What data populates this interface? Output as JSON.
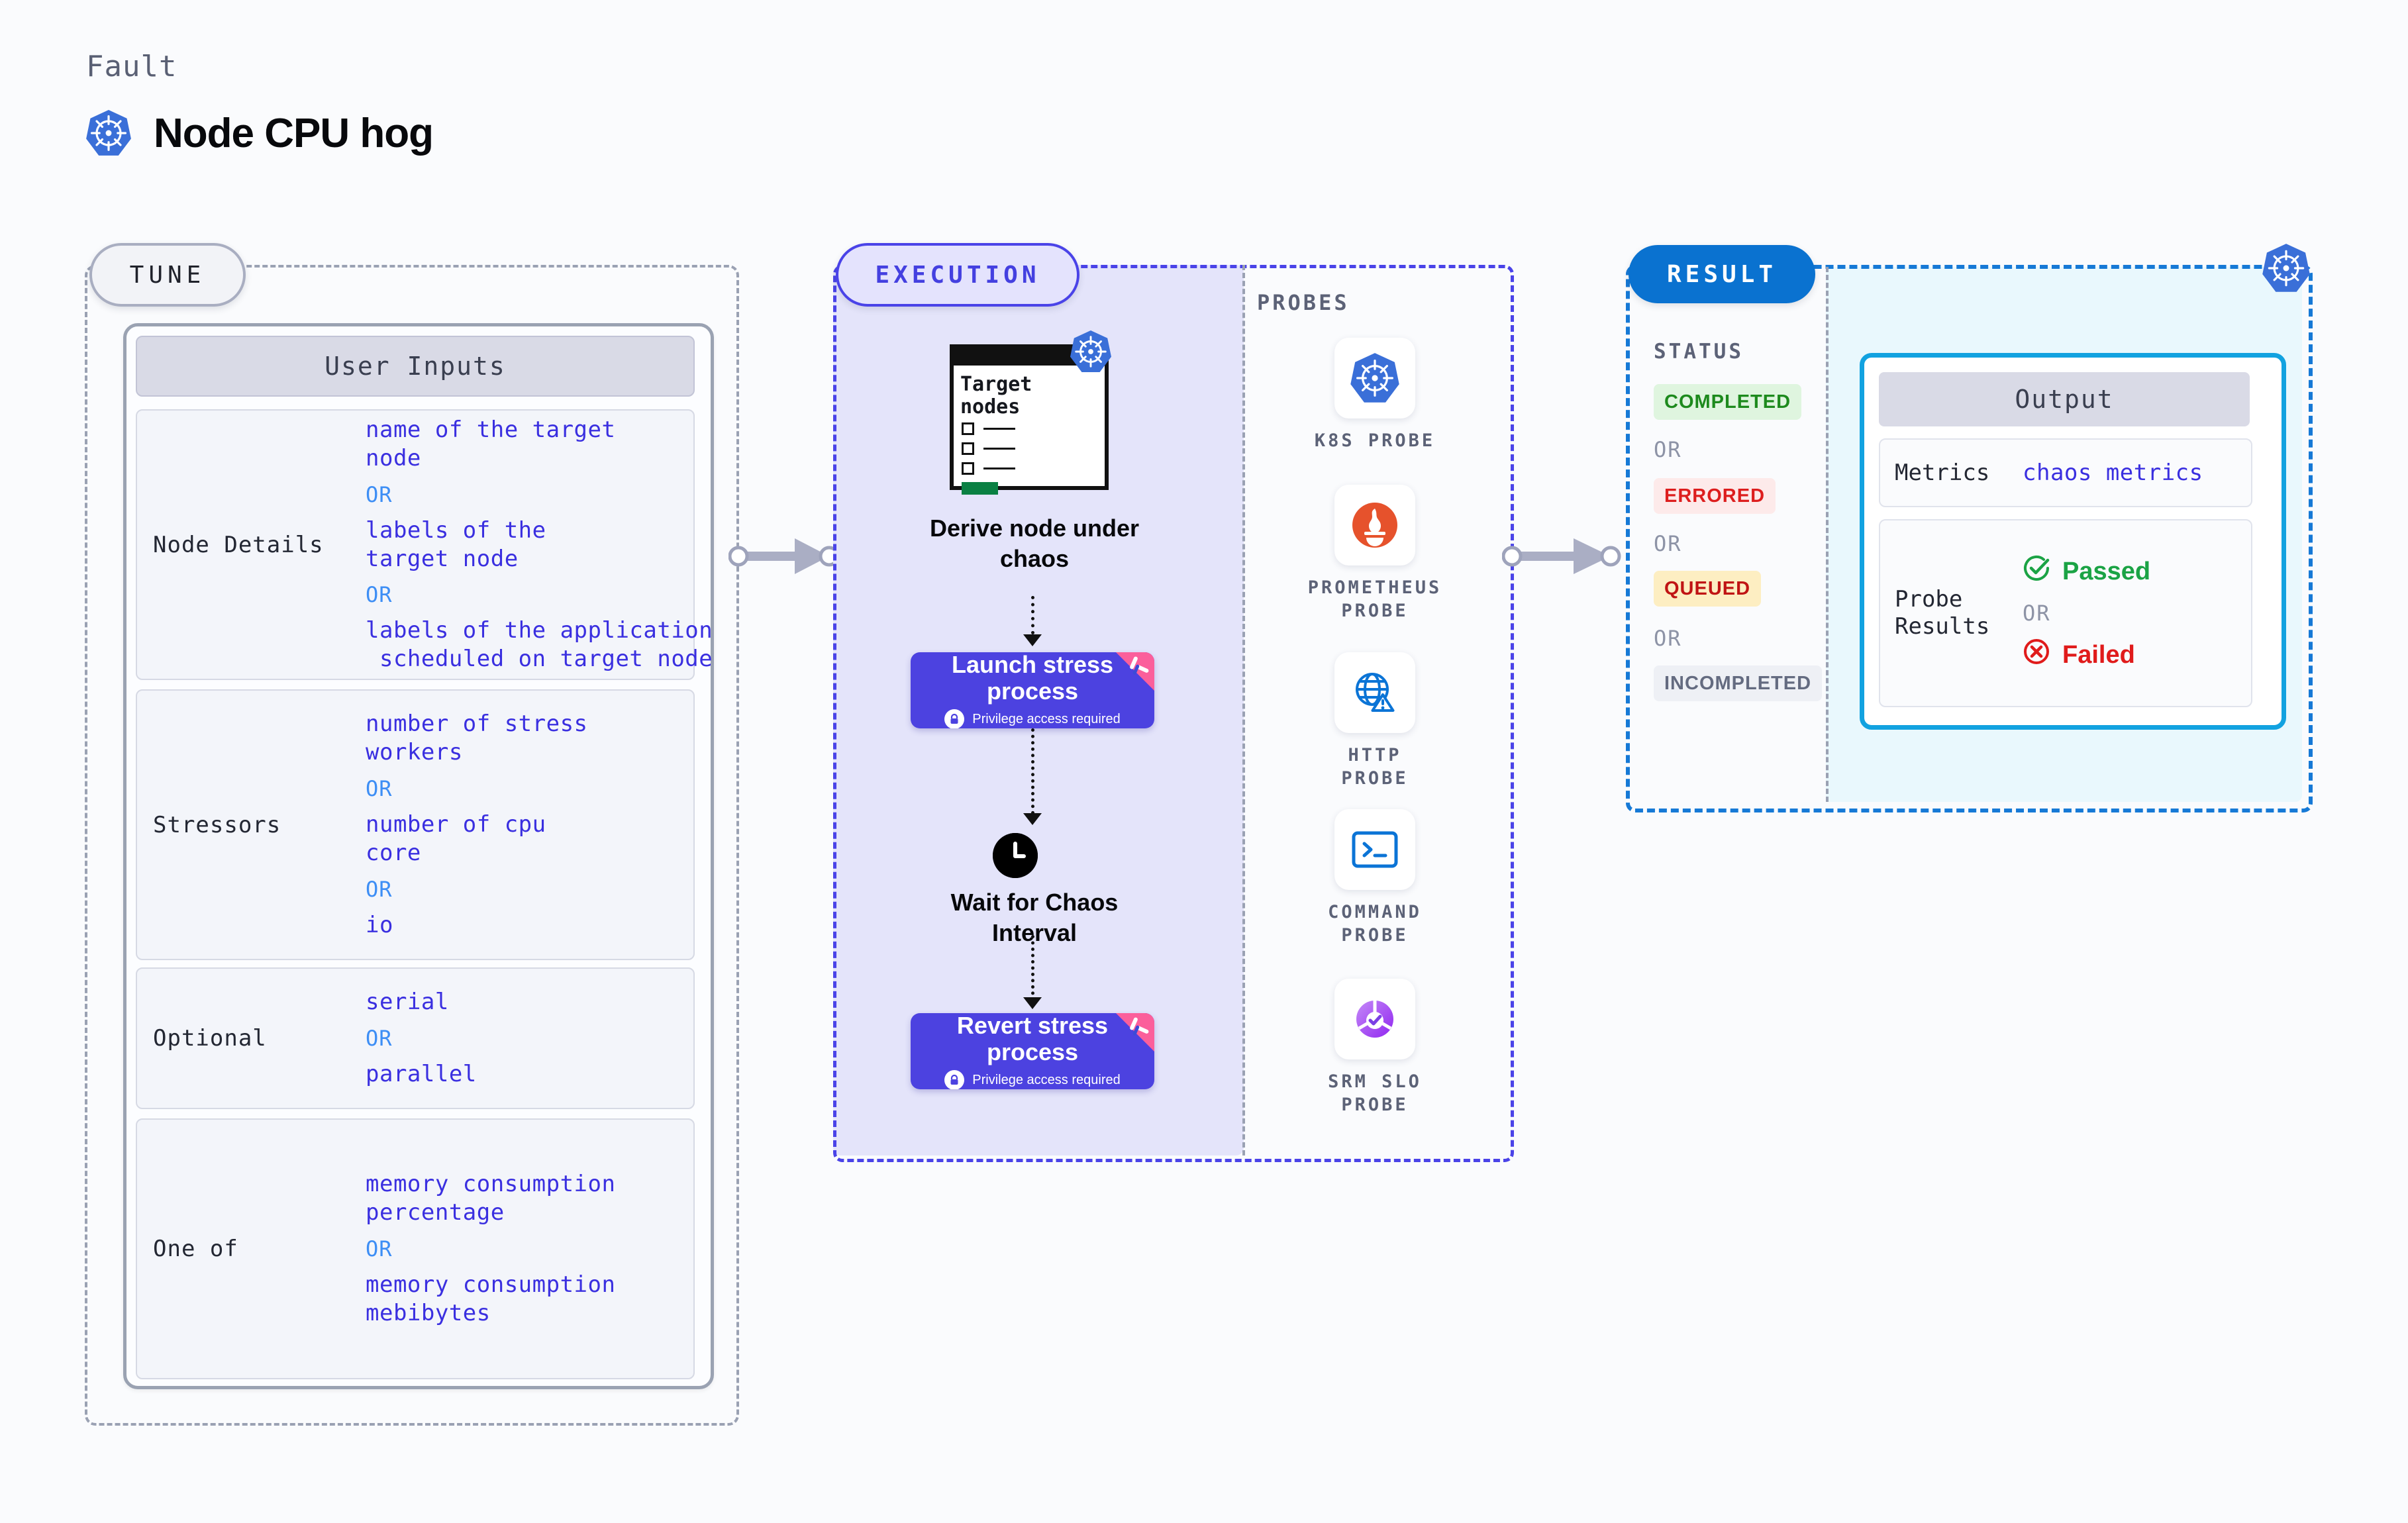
{
  "header": {
    "kicker": "Fault",
    "title": "Node CPU hog",
    "logo_icon": "kubernetes-icon"
  },
  "colors": {
    "accent_purple": "#4c42e0",
    "accent_blue": "#1679d6",
    "value_blue": "#3a2fe0",
    "or_blue": "#3d8ef5",
    "k8s_blue": "#3a6fd8",
    "prometheus_orange": "#e6522c",
    "success_green": "#1ba345",
    "error_red": "#e01b1b",
    "cyan_border": "#12a2e0"
  },
  "tune": {
    "pill_label": "TUNE",
    "card_title": "User Inputs",
    "or_label": "OR",
    "rows": [
      {
        "key": "Node Details",
        "values": [
          "name of the target\nnode",
          "labels of the\ntarget node",
          "labels of the application\n scheduled on target node"
        ]
      },
      {
        "key": "Stressors",
        "values": [
          "number of stress\nworkers",
          "number of cpu\ncore",
          "io"
        ]
      },
      {
        "key": "Optional",
        "values": [
          "serial",
          "parallel"
        ]
      },
      {
        "key": "One of",
        "values": [
          "memory consumption\npercentage",
          "memory consumption\nmebibytes"
        ]
      }
    ]
  },
  "execution": {
    "pill_label": "EXECUTION",
    "target_card": {
      "title": "Target\nnodes",
      "icon": "kubernetes-icon",
      "checkbox_count": 3
    },
    "steps": [
      {
        "label": "Derive node under\nchaos",
        "type": "node-card"
      },
      {
        "label": "Launch stress\nprocess",
        "sub": "Privilege access required",
        "icon": "lock-icon",
        "badge": "chaos-ribbon-icon",
        "type": "process"
      },
      {
        "label": "Wait for Chaos\nInterval",
        "icon": "clock-icon",
        "type": "wait"
      },
      {
        "label": "Revert stress\nprocess",
        "sub": "Privilege access required",
        "icon": "lock-icon",
        "badge": "chaos-ribbon-icon",
        "type": "process"
      }
    ]
  },
  "probes": {
    "section_label": "PROBES",
    "items": [
      {
        "label": "K8S PROBE",
        "icon": "kubernetes-icon"
      },
      {
        "label": "PROMETHEUS\nPROBE",
        "icon": "prometheus-icon"
      },
      {
        "label": "HTTP PROBE",
        "icon": "globe-warning-icon"
      },
      {
        "label": "COMMAND\nPROBE",
        "icon": "terminal-icon"
      },
      {
        "label": "SRM SLO\nPROBE",
        "icon": "slo-gauge-icon"
      }
    ]
  },
  "result": {
    "pill_label": "RESULT",
    "status_label": "STATUS",
    "or_label": "OR",
    "corner_icon": "kubernetes-icon",
    "statuses": [
      {
        "label": "COMPLETED",
        "bg": "#dff5df",
        "fg": "#1d8a1d"
      },
      {
        "label": "ERRORED",
        "bg": "#fdeaea",
        "fg": "#dd1e1e"
      },
      {
        "label": "QUEUED",
        "bg": "#fdeec2",
        "fg": "#c01414"
      },
      {
        "label": "INCOMPLETED",
        "bg": "#eef0f5",
        "fg": "#646b80"
      }
    ],
    "output": {
      "title": "Output",
      "metrics_key": "Metrics",
      "metrics_value": "chaos metrics",
      "probe_results_key": "Probe\nResults",
      "passed_label": "Passed",
      "failed_label": "Failed",
      "or_label": "OR",
      "passed_icon": "check-circle-icon",
      "failed_icon": "x-circle-icon"
    }
  },
  "connectors": [
    {
      "from": "tune",
      "to": "execution",
      "icon": "arrow-right-icon"
    },
    {
      "from": "execution",
      "to": "result",
      "icon": "arrow-right-icon"
    }
  ]
}
